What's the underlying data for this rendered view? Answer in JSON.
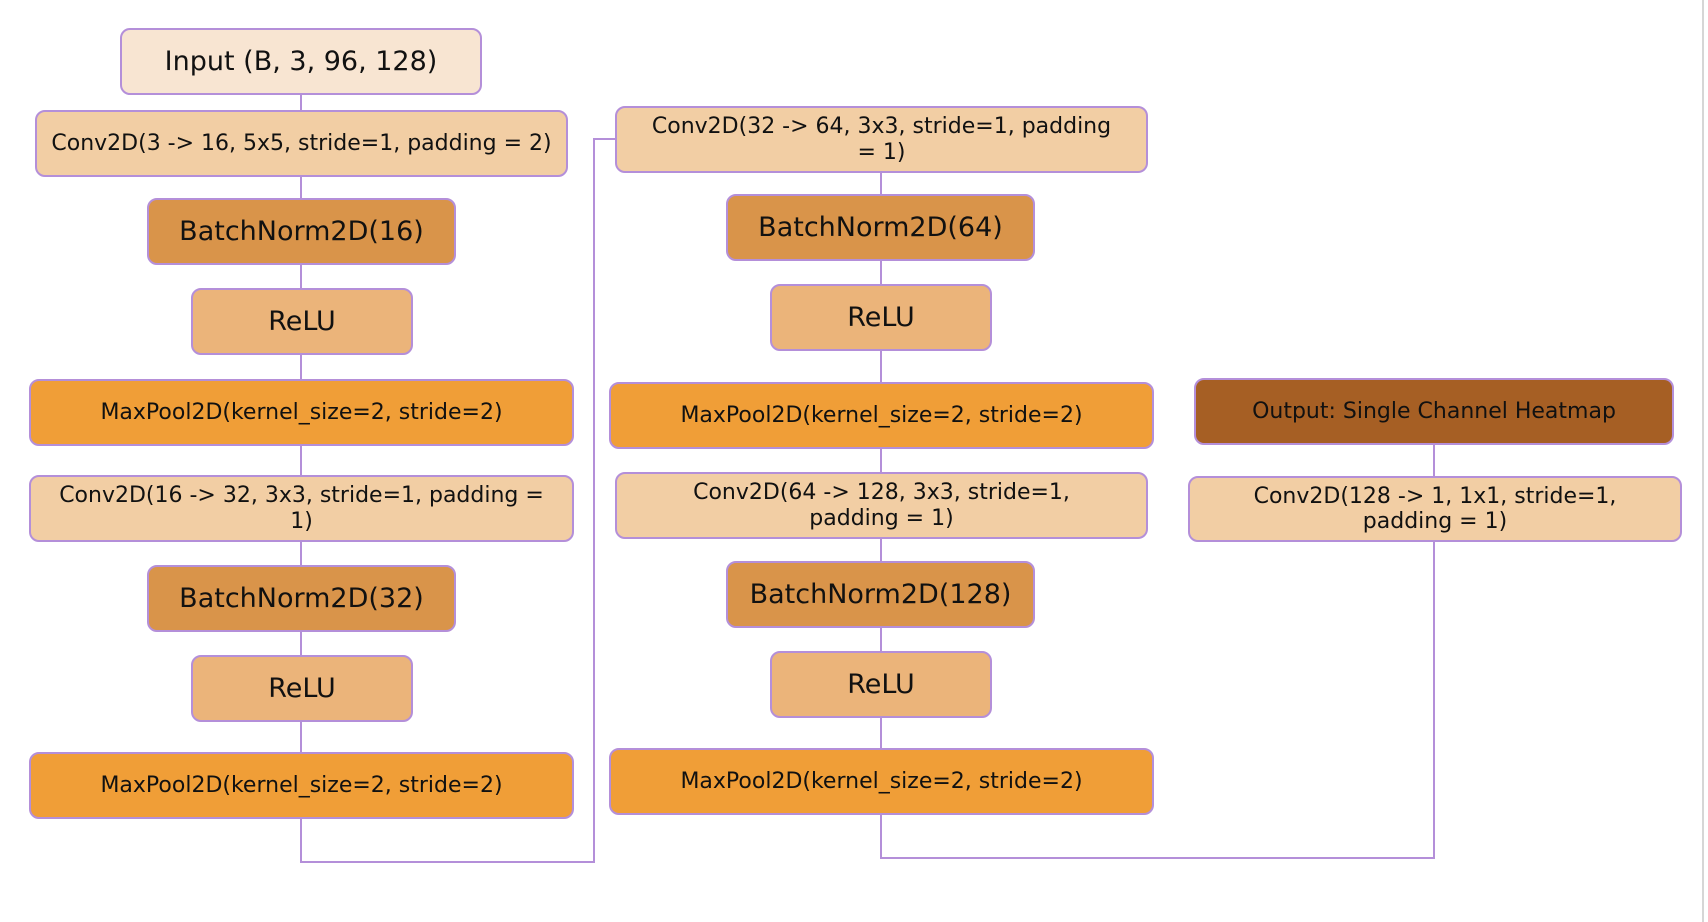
{
  "diagram": {
    "title": "CNN heatmap architecture",
    "colors": {
      "input": "#f8e5d2",
      "conv": "#f2cea4",
      "batchnorm": "#d9944a",
      "relu": "#ebb47a",
      "maxpool": "#f09e37",
      "output": "#a65f24",
      "border": "#b48fd9",
      "connector": "#b48fd9"
    },
    "nodes": {
      "input": "Input (B, 3, 96, 128)",
      "conv1": "Conv2D(3 -> 16, 5x5, stride=1, padding = 2)",
      "bn1": "BatchNorm2D(16)",
      "relu1": "ReLU",
      "pool1": "MaxPool2D(kernel_size=2, stride=2)",
      "conv2": "Conv2D(16 -> 32, 3x3, stride=1, padding = 1)",
      "bn2": "BatchNorm2D(32)",
      "relu2": "ReLU",
      "pool2": "MaxPool2D(kernel_size=2, stride=2)",
      "conv3": "Conv2D(32 -> 64, 3x3, stride=1, padding = 1)",
      "bn3": "BatchNorm2D(64)",
      "relu3": "ReLU",
      "pool3": "MaxPool2D(kernel_size=2, stride=2)",
      "conv4": "Conv2D(64 -> 128, 3x3, stride=1, padding = 1)",
      "bn4": "BatchNorm2D(128)",
      "relu4": "ReLU",
      "pool4": "MaxPool2D(kernel_size=2, stride=2)",
      "conv5": "Conv2D(128 -> 1, 1x1, stride=1, padding = 1)",
      "output": "Output: Single Channel Heatmap"
    },
    "edges": [
      [
        "input",
        "conv1"
      ],
      [
        "conv1",
        "bn1"
      ],
      [
        "bn1",
        "relu1"
      ],
      [
        "relu1",
        "pool1"
      ],
      [
        "pool1",
        "conv2"
      ],
      [
        "conv2",
        "bn2"
      ],
      [
        "bn2",
        "relu2"
      ],
      [
        "relu2",
        "pool2"
      ],
      [
        "pool2",
        "conv3"
      ],
      [
        "conv3",
        "bn3"
      ],
      [
        "bn3",
        "relu3"
      ],
      [
        "relu3",
        "pool3"
      ],
      [
        "pool3",
        "conv4"
      ],
      [
        "conv4",
        "bn4"
      ],
      [
        "bn4",
        "relu4"
      ],
      [
        "relu4",
        "pool4"
      ],
      [
        "pool4",
        "conv5"
      ],
      [
        "conv5",
        "output"
      ]
    ]
  }
}
